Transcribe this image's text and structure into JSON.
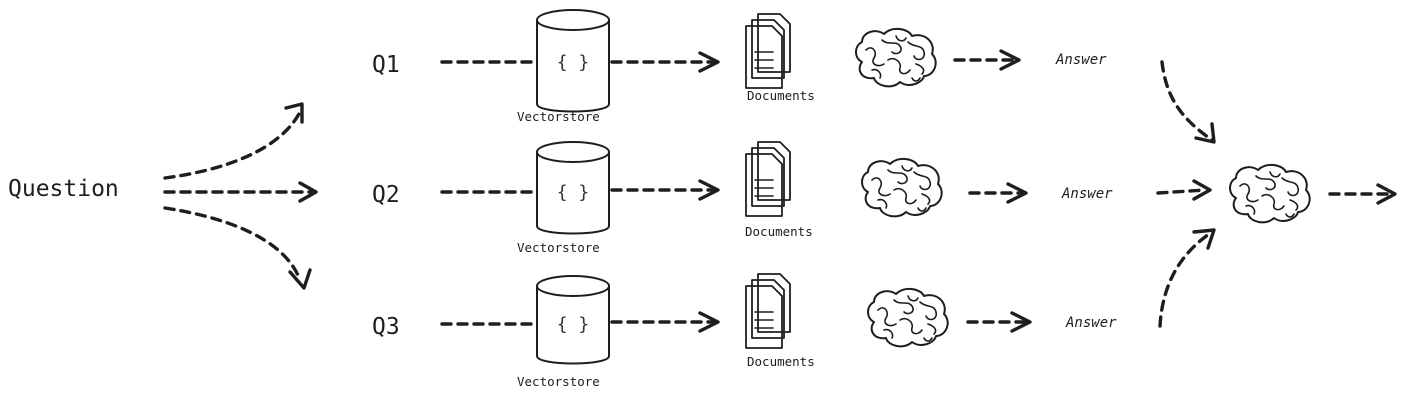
{
  "question": {
    "label": "Question"
  },
  "rows": [
    {
      "query": "Q1",
      "store_label": "Vectorstore",
      "store_symbol": "{ }",
      "docs_label": "Documents",
      "answer_label": "Answer"
    },
    {
      "query": "Q2",
      "store_label": "Vectorstore",
      "store_symbol": "{ }",
      "docs_label": "Documents",
      "answer_label": "Answer"
    },
    {
      "query": "Q3",
      "store_label": "Vectorstore",
      "store_symbol": "{ }",
      "docs_label": "Documents",
      "answer_label": "Answer"
    }
  ],
  "icons": {
    "store": "database-icon",
    "documents": "documents-icon",
    "llm": "brain-icon",
    "final_llm": "brain-icon"
  },
  "colors": {
    "stroke": "#1e1e1e"
  }
}
